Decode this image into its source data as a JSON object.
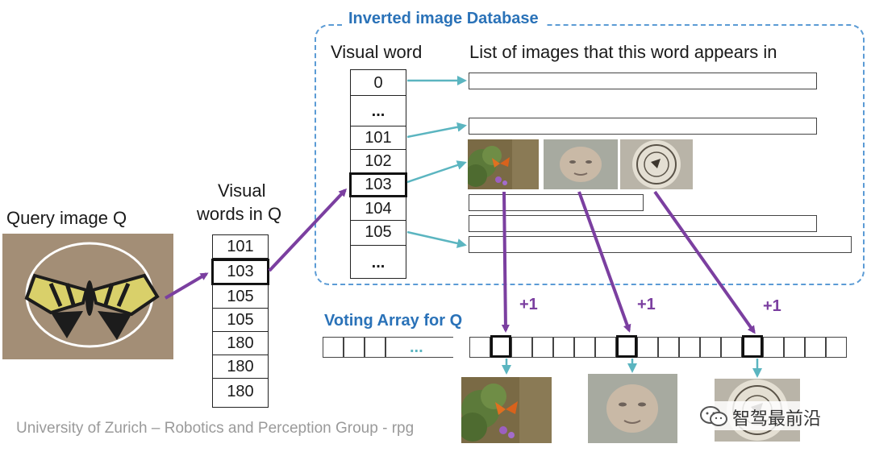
{
  "database": {
    "title": "Inverted image Database",
    "col_visual_word": "Visual word",
    "col_list": "List of images that this word appears in",
    "words": [
      "0",
      "...",
      "101",
      "102",
      "103",
      "104",
      "105",
      "..."
    ]
  },
  "query": {
    "label": "Query image Q",
    "words_label_line1": "Visual",
    "words_label_line2": "words in Q",
    "words": [
      "101",
      "103",
      "105",
      "105",
      "180",
      "180",
      "180"
    ]
  },
  "voting": {
    "title": "Voting Array for Q",
    "ellipsis": "...",
    "increments": [
      "+1",
      "+1",
      "+1"
    ]
  },
  "footer": "University of Zurich – Robotics and Perception Group -  rpg",
  "watermark": "智驾最前沿",
  "colors": {
    "accent_blue": "#2a72b8",
    "arrow_purple": "#7b3fa0",
    "arrow_teal": "#5bb5c0"
  }
}
